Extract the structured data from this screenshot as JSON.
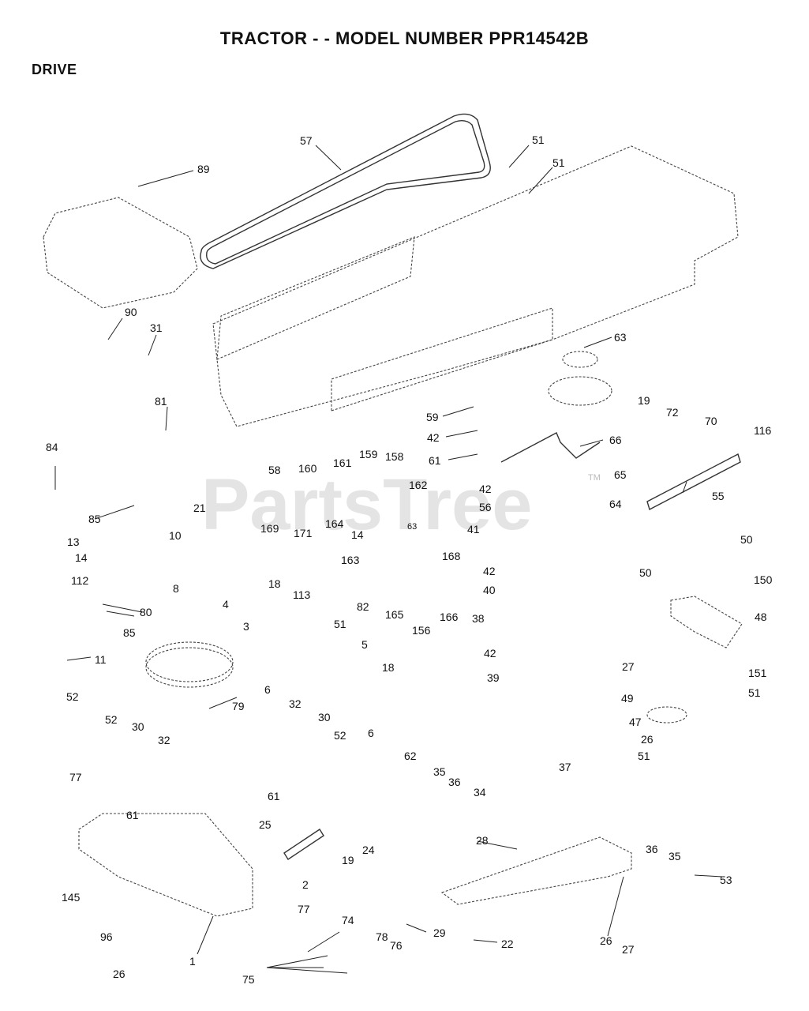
{
  "header": {
    "title": "TRACTOR - - MODEL NUMBER PPR14542B",
    "section": "DRIVE"
  },
  "watermark": {
    "text": "PartsTree",
    "tm": "TM"
  },
  "callouts": [
    {
      "n": "57"
    },
    {
      "n": "51"
    },
    {
      "n": "51"
    },
    {
      "n": "89"
    },
    {
      "n": "90"
    },
    {
      "n": "31"
    },
    {
      "n": "63"
    },
    {
      "n": "19"
    },
    {
      "n": "72"
    },
    {
      "n": "70"
    },
    {
      "n": "116"
    },
    {
      "n": "81"
    },
    {
      "n": "59"
    },
    {
      "n": "42"
    },
    {
      "n": "61"
    },
    {
      "n": "66"
    },
    {
      "n": "58"
    },
    {
      "n": "160"
    },
    {
      "n": "161"
    },
    {
      "n": "159"
    },
    {
      "n": "158"
    },
    {
      "n": "84"
    },
    {
      "n": "42"
    },
    {
      "n": "56"
    },
    {
      "n": "65"
    },
    {
      "n": "64"
    },
    {
      "n": "55"
    },
    {
      "n": "162"
    },
    {
      "n": "21"
    },
    {
      "n": "85"
    },
    {
      "n": "169"
    },
    {
      "n": "171"
    },
    {
      "n": "164"
    },
    {
      "n": "14"
    },
    {
      "n": "63"
    },
    {
      "n": "41"
    },
    {
      "n": "10"
    },
    {
      "n": "13"
    },
    {
      "n": "14"
    },
    {
      "n": "163"
    },
    {
      "n": "168"
    },
    {
      "n": "50"
    },
    {
      "n": "50"
    },
    {
      "n": "112"
    },
    {
      "n": "42"
    },
    {
      "n": "150"
    },
    {
      "n": "18"
    },
    {
      "n": "113"
    },
    {
      "n": "8"
    },
    {
      "n": "80"
    },
    {
      "n": "4"
    },
    {
      "n": "82"
    },
    {
      "n": "40"
    },
    {
      "n": "165"
    },
    {
      "n": "166"
    },
    {
      "n": "85"
    },
    {
      "n": "38"
    },
    {
      "n": "48"
    },
    {
      "n": "156"
    },
    {
      "n": "3"
    },
    {
      "n": "51"
    },
    {
      "n": "11"
    },
    {
      "n": "5"
    },
    {
      "n": "42"
    },
    {
      "n": "18"
    },
    {
      "n": "27"
    },
    {
      "n": "39"
    },
    {
      "n": "151"
    },
    {
      "n": "6"
    },
    {
      "n": "52"
    },
    {
      "n": "51"
    },
    {
      "n": "49"
    },
    {
      "n": "79"
    },
    {
      "n": "32"
    },
    {
      "n": "47"
    },
    {
      "n": "30"
    },
    {
      "n": "52"
    },
    {
      "n": "6"
    },
    {
      "n": "30"
    },
    {
      "n": "26"
    },
    {
      "n": "32"
    },
    {
      "n": "52"
    },
    {
      "n": "62"
    },
    {
      "n": "51"
    },
    {
      "n": "35"
    },
    {
      "n": "36"
    },
    {
      "n": "34"
    },
    {
      "n": "37"
    },
    {
      "n": "77"
    },
    {
      "n": "61"
    },
    {
      "n": "61"
    },
    {
      "n": "25"
    },
    {
      "n": "36"
    },
    {
      "n": "35"
    },
    {
      "n": "28"
    },
    {
      "n": "24"
    },
    {
      "n": "19"
    },
    {
      "n": "53"
    },
    {
      "n": "145"
    },
    {
      "n": "2"
    },
    {
      "n": "77"
    },
    {
      "n": "26"
    },
    {
      "n": "74"
    },
    {
      "n": "29"
    },
    {
      "n": "96"
    },
    {
      "n": "78"
    },
    {
      "n": "27"
    },
    {
      "n": "22"
    },
    {
      "n": "76"
    },
    {
      "n": "1"
    },
    {
      "n": "26"
    },
    {
      "n": "75"
    }
  ]
}
